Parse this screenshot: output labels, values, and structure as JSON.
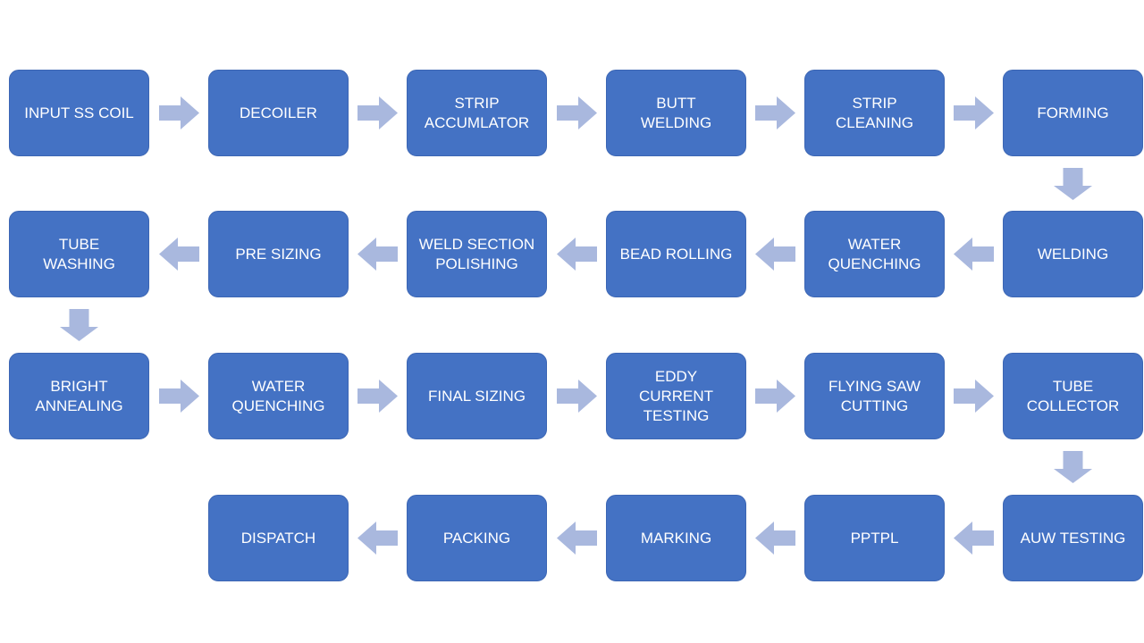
{
  "diagram": {
    "type": "process-flowchart",
    "colors": {
      "node_fill": "#4472C4",
      "node_border": "#3C66B4",
      "node_text": "#FFFFFF",
      "arrow_fill": "#A9B8DE",
      "background": "#FFFFFF"
    },
    "nodes": [
      {
        "id": "input-ss-coil",
        "label": "INPUT SS COIL",
        "lines": [
          "INPUT SS COIL"
        ],
        "row": 0,
        "col": 0
      },
      {
        "id": "decoiler",
        "label": "DECOILER",
        "lines": [
          "DECOILER"
        ],
        "row": 0,
        "col": 1
      },
      {
        "id": "strip-accumlator",
        "label": "STRIP ACCUMLATOR",
        "lines": [
          "STRIP",
          "ACCUMLATOR"
        ],
        "row": 0,
        "col": 2
      },
      {
        "id": "butt-welding",
        "label": "BUTT WELDING",
        "lines": [
          "BUTT",
          "WELDING"
        ],
        "row": 0,
        "col": 3
      },
      {
        "id": "strip-cleaning",
        "label": "STRIP CLEANING",
        "lines": [
          "STRIP",
          "CLEANING"
        ],
        "row": 0,
        "col": 4
      },
      {
        "id": "forming",
        "label": "FORMING",
        "lines": [
          "FORMING"
        ],
        "row": 0,
        "col": 5
      },
      {
        "id": "welding",
        "label": "WELDING",
        "lines": [
          "WELDING"
        ],
        "row": 1,
        "col": 5
      },
      {
        "id": "water-quenching-1",
        "label": "WATER QUENCHING",
        "lines": [
          "WATER",
          "QUENCHING"
        ],
        "row": 1,
        "col": 4
      },
      {
        "id": "bead-rolling",
        "label": "BEAD ROLLING",
        "lines": [
          "BEAD ROLLING"
        ],
        "row": 1,
        "col": 3
      },
      {
        "id": "weld-section-polishing",
        "label": "WELD SECTION POLISHING",
        "lines": [
          "WELD SECTION",
          "POLISHING"
        ],
        "row": 1,
        "col": 2
      },
      {
        "id": "pre-sizing",
        "label": "PRE SIZING",
        "lines": [
          "PRE SIZING"
        ],
        "row": 1,
        "col": 1
      },
      {
        "id": "tube-washing",
        "label": "TUBE WASHING",
        "lines": [
          "TUBE",
          "WASHING"
        ],
        "row": 1,
        "col": 0
      },
      {
        "id": "bright-annealing",
        "label": "BRIGHT ANNEALING",
        "lines": [
          "BRIGHT",
          "ANNEALING"
        ],
        "row": 2,
        "col": 0
      },
      {
        "id": "water-quenching-2",
        "label": "WATER QUENCHING",
        "lines": [
          "WATER",
          "QUENCHING"
        ],
        "row": 2,
        "col": 1
      },
      {
        "id": "final-sizing",
        "label": "FINAL SIZING",
        "lines": [
          "FINAL SIZING"
        ],
        "row": 2,
        "col": 2
      },
      {
        "id": "eddy-current-testing",
        "label": "EDDY CURRENT TESTING",
        "lines": [
          "EDDY",
          "CURRENT",
          "TESTING"
        ],
        "row": 2,
        "col": 3
      },
      {
        "id": "flying-saw-cutting",
        "label": "FLYING SAW CUTTING",
        "lines": [
          "FLYING SAW",
          "CUTTING"
        ],
        "row": 2,
        "col": 4
      },
      {
        "id": "tube-collector",
        "label": "TUBE COLLECTOR",
        "lines": [
          "TUBE",
          "COLLECTOR"
        ],
        "row": 2,
        "col": 5
      },
      {
        "id": "auw-testing",
        "label": "AUW TESTING",
        "lines": [
          "AUW TESTING"
        ],
        "row": 3,
        "col": 5
      },
      {
        "id": "pptpl",
        "label": "PPTPL",
        "lines": [
          "PPTPL"
        ],
        "row": 3,
        "col": 4
      },
      {
        "id": "marking",
        "label": "MARKING",
        "lines": [
          "MARKING"
        ],
        "row": 3,
        "col": 3
      },
      {
        "id": "packing",
        "label": "PACKING",
        "lines": [
          "PACKING"
        ],
        "row": 3,
        "col": 2
      },
      {
        "id": "dispatch",
        "label": "DISPATCH",
        "lines": [
          "DISPATCH"
        ],
        "row": 3,
        "col": 1
      }
    ],
    "arrows": [
      {
        "type": "right",
        "row": 0,
        "gap": 0
      },
      {
        "type": "right",
        "row": 0,
        "gap": 1
      },
      {
        "type": "right",
        "row": 0,
        "gap": 2
      },
      {
        "type": "right",
        "row": 0,
        "gap": 3
      },
      {
        "type": "right",
        "row": 0,
        "gap": 4
      },
      {
        "type": "down",
        "afterRow": 0,
        "col": 5
      },
      {
        "type": "left",
        "row": 1,
        "gap": 4
      },
      {
        "type": "left",
        "row": 1,
        "gap": 3
      },
      {
        "type": "left",
        "row": 1,
        "gap": 2
      },
      {
        "type": "left",
        "row": 1,
        "gap": 1
      },
      {
        "type": "left",
        "row": 1,
        "gap": 0
      },
      {
        "type": "down",
        "afterRow": 1,
        "col": 0
      },
      {
        "type": "right",
        "row": 2,
        "gap": 0
      },
      {
        "type": "right",
        "row": 2,
        "gap": 1
      },
      {
        "type": "right",
        "row": 2,
        "gap": 2
      },
      {
        "type": "right",
        "row": 2,
        "gap": 3
      },
      {
        "type": "right",
        "row": 2,
        "gap": 4
      },
      {
        "type": "down",
        "afterRow": 2,
        "col": 5
      },
      {
        "type": "left",
        "row": 3,
        "gap": 4
      },
      {
        "type": "left",
        "row": 3,
        "gap": 3
      },
      {
        "type": "left",
        "row": 3,
        "gap": 2
      },
      {
        "type": "left",
        "row": 3,
        "gap": 1
      }
    ]
  }
}
